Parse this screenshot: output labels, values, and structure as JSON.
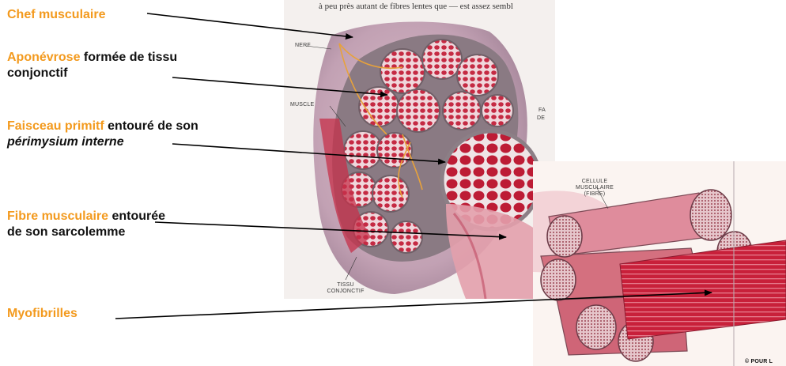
{
  "labels": {
    "chef": {
      "highlight": "Chef musculaire",
      "rest": ""
    },
    "aponevrose": {
      "highlight": "Aponévrose",
      "rest": " formée de tissu conjonctif"
    },
    "faisceau": {
      "highlight": "Faisceau primitf",
      "rest_a": " entouré de son ",
      "rest_italic": "périmysium interne"
    },
    "fibre": {
      "highlight": "Fibre musculaire",
      "rest": " entourée de son sarcolemme"
    },
    "myofibrilles": {
      "highlight": "Myofibrilles"
    }
  },
  "illustration": {
    "top_text": "à peu près autant de fibres lentes que — est assez sembl",
    "nerf": "NERF",
    "muscle": "MUSCLE",
    "fa": "FA",
    "de": "DE",
    "tissu_line1": "TISSU",
    "tissu_line2": "CONJONCTIF",
    "cellule_line1": "CELLULE MUSCULAIRE",
    "cellule_line2": "(FIBRE)",
    "credit": "© POUR L"
  },
  "colors": {
    "accent": "#f39a1e",
    "muscle_red": "#c8203a",
    "muscle_pink": "#e8a7b4",
    "tissue_grey": "#9a8d93",
    "nerve_yellow": "#e8a23a"
  }
}
